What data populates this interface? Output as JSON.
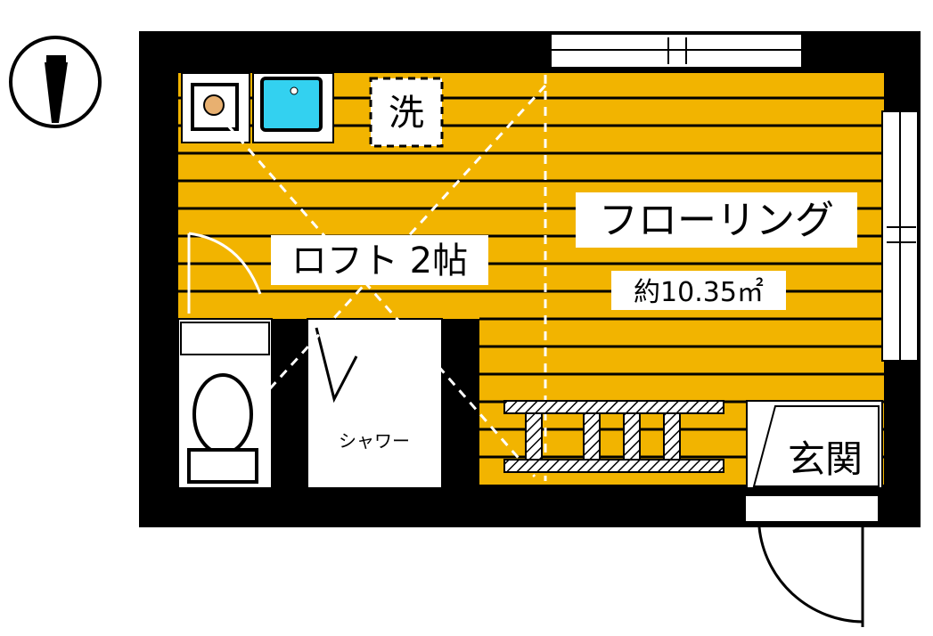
{
  "floorplan": {
    "labels": {
      "wash": "洗",
      "loft": "ロフト 2帖",
      "flooring": "フローリング",
      "area": "約10.35㎡",
      "shower": "シャワー",
      "entrance": "玄関"
    },
    "compass": {
      "icon": "north-arrow-icon"
    },
    "colors": {
      "floor": "#f2b400",
      "floor_stripe": "#000000",
      "wall": "#000000",
      "sink": "#33d1f0",
      "stove": "#e8b070",
      "background": "#ffffff"
    }
  }
}
